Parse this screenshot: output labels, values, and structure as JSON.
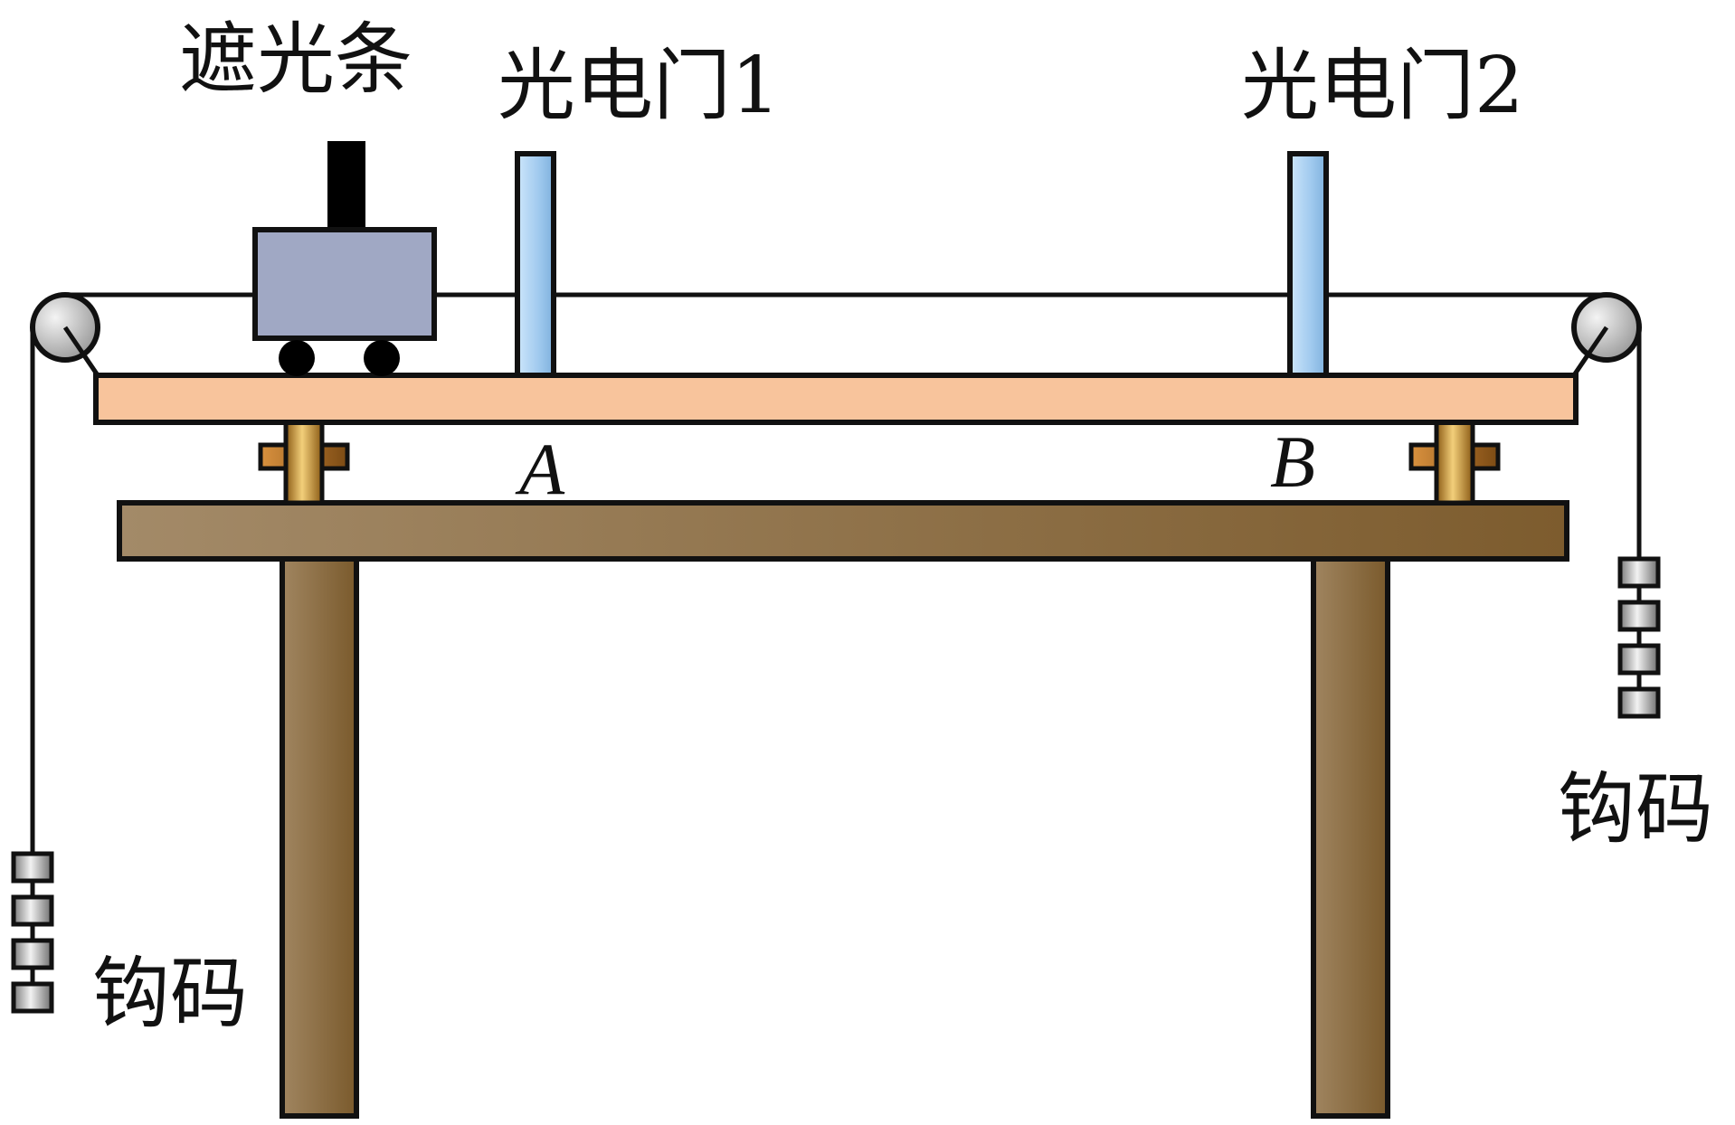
{
  "labels": {
    "shade_strip": "遮光条",
    "gate1": "光电门1",
    "gate2": "光电门2",
    "point_a": "A",
    "point_b": "B",
    "weights_left": "钩码",
    "weights_right": "钩码"
  },
  "colors": {
    "outline": "#111111",
    "rail": "#f8c49c",
    "cart_body": "#a0a8c4",
    "shade_strip": "#000000",
    "gate": "#a8d0f0",
    "pulley": "#cfcfcf",
    "table_top": "#9a8160",
    "table_leg": "#8c7048",
    "support_post": "#c9902a",
    "weight": "#bdbdbd"
  },
  "icons": {
    "pulley_left": "pulley-icon",
    "pulley_right": "pulley-icon",
    "weight_stack_left": "weight-stack-icon",
    "weight_stack_right": "weight-stack-icon"
  },
  "weights": {
    "left_count": 4,
    "right_count": 4
  }
}
